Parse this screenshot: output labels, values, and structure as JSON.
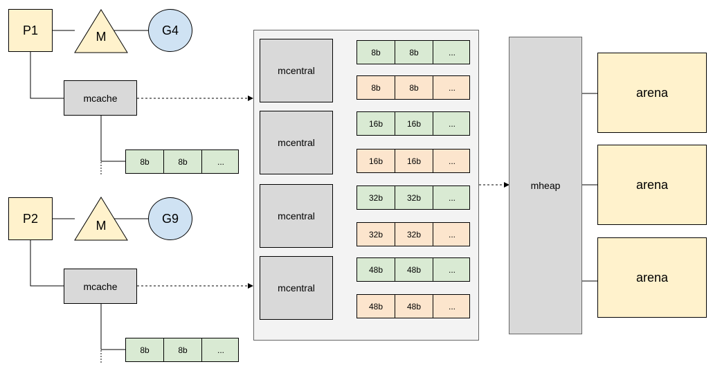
{
  "procs": [
    {
      "p_label": "P1",
      "m_label": "M",
      "g_label": "G4",
      "mcache_label": "mcache",
      "cache_cells": [
        "8b",
        "8b",
        "..."
      ]
    },
    {
      "p_label": "P2",
      "m_label": "M",
      "g_label": "G9",
      "mcache_label": "mcache",
      "cache_cells": [
        "8b",
        "8b",
        "..."
      ]
    }
  ],
  "mcentrals": [
    {
      "label": "mcentral",
      "green_cells": [
        "8b",
        "8b",
        "..."
      ],
      "orange_cells": [
        "8b",
        "8b",
        "..."
      ]
    },
    {
      "label": "mcentral",
      "green_cells": [
        "16b",
        "16b",
        "..."
      ],
      "orange_cells": [
        "16b",
        "16b",
        "..."
      ]
    },
    {
      "label": "mcentral",
      "green_cells": [
        "32b",
        "32b",
        "..."
      ],
      "orange_cells": [
        "32b",
        "32b",
        "..."
      ]
    },
    {
      "label": "mcentral",
      "green_cells": [
        "48b",
        "48b",
        "..."
      ],
      "orange_cells": [
        "48b",
        "48b",
        "..."
      ]
    }
  ],
  "mheap": {
    "label": "mheap"
  },
  "arenas": [
    {
      "label": "arena"
    },
    {
      "label": "arena"
    },
    {
      "label": "arena"
    }
  ],
  "colors": {
    "p_fill": "#fff2cc",
    "g_fill": "#cfe2f3",
    "gray_fill": "#d9d9d9",
    "panel_fill": "#f3f3f3",
    "span_green": "#d9ead3",
    "span_orange": "#fce5cd",
    "arena_fill": "#fff2cc"
  }
}
